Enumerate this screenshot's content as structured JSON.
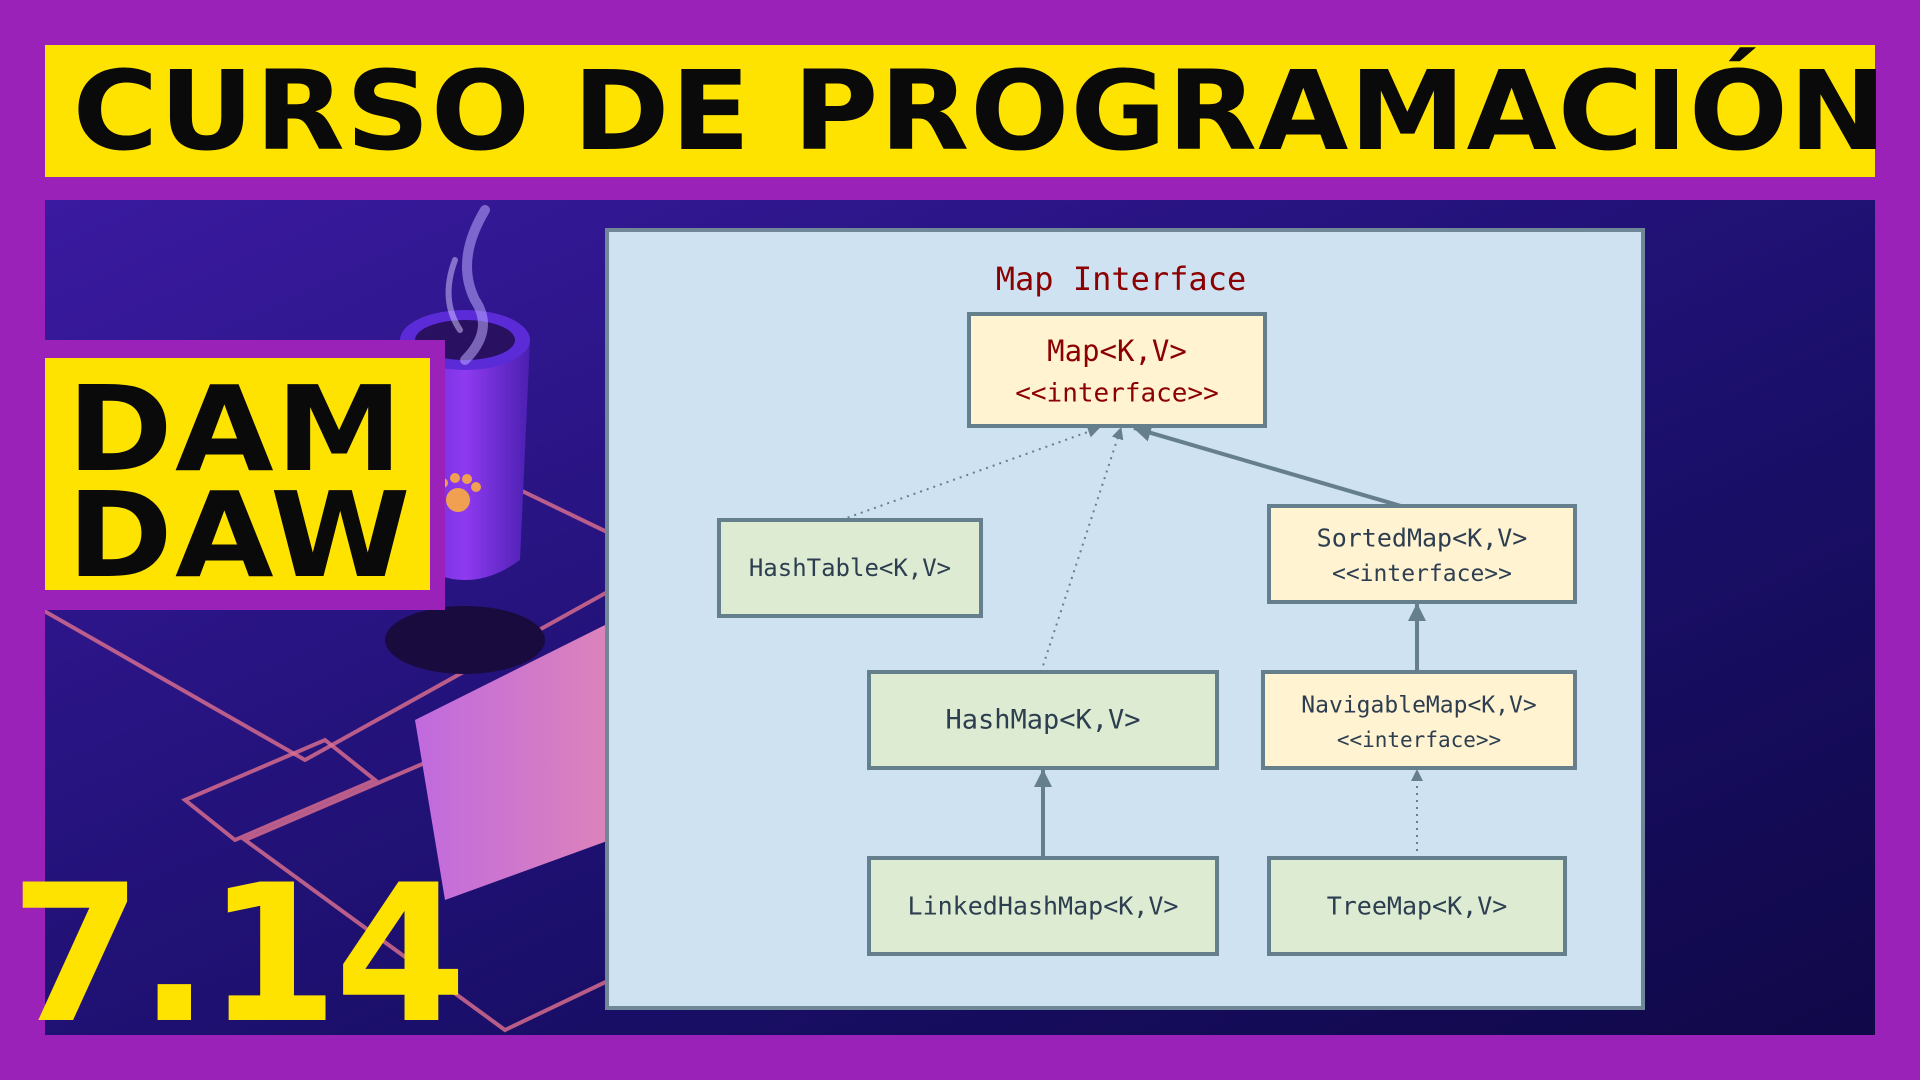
{
  "banner": {
    "title": "CURSO DE PROGRAMACIÓN"
  },
  "badge": {
    "line1": "DAM",
    "line2": "DAW"
  },
  "episode": {
    "number": "7.14"
  },
  "diagram": {
    "title": "Map Interface",
    "nodes": {
      "map": {
        "name": "Map<K,V>",
        "stereotype": "<<interface>>"
      },
      "hashtable": {
        "name": "HashTable<K,V>"
      },
      "sortedmap": {
        "name": "SortedMap<K,V>",
        "stereotype": "<<interface>>"
      },
      "hashmap": {
        "name": "HashMap<K,V>"
      },
      "navigablemap": {
        "name": "NavigableMap<K,V>",
        "stereotype": "<<interface>>"
      },
      "linkedhashmap": {
        "name": "LinkedHashMap<K,V>"
      },
      "treemap": {
        "name": "TreeMap<K,V>"
      }
    },
    "edges": [
      {
        "from": "hashtable",
        "to": "map",
        "style": "dotted"
      },
      {
        "from": "hashmap",
        "to": "map",
        "style": "dotted"
      },
      {
        "from": "sortedmap",
        "to": "map",
        "style": "solid"
      },
      {
        "from": "navigablemap",
        "to": "sortedmap",
        "style": "solid"
      },
      {
        "from": "linkedhashmap",
        "to": "hashmap",
        "style": "solid"
      },
      {
        "from": "treemap",
        "to": "navigablemap",
        "style": "dotted"
      }
    ]
  },
  "colors": {
    "background": "#9a22b8",
    "accent": "#ffe300",
    "interface_fill": "#fff3d2",
    "class_fill": "#dcebd2",
    "interface_text": "#8b0000",
    "class_text": "#2c3e50",
    "edge": "#667f8d"
  }
}
